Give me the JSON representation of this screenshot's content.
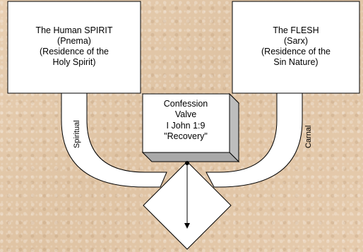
{
  "boxes": {
    "spirit": {
      "lines": [
        "The Human SPIRIT",
        "(Pnema)",
        "(Residence of the",
        "Holy Spirit)"
      ]
    },
    "flesh": {
      "lines": [
        "The FLESH",
        "(Sarx)",
        "(Residence of the",
        "Sin Nature)"
      ]
    },
    "valve": {
      "lines": [
        "Confession",
        "Valve",
        "I John 1:9",
        "\"Recovery\""
      ]
    }
  },
  "pipes": {
    "left_label": "Spiritual",
    "right_label": "Carnal"
  },
  "colors": {
    "box_fill": "#ffffff",
    "valve_side": "#bdbdbd",
    "valve_top": "#dcdcdc",
    "stroke": "#000000",
    "background": "#e3c9ab"
  }
}
